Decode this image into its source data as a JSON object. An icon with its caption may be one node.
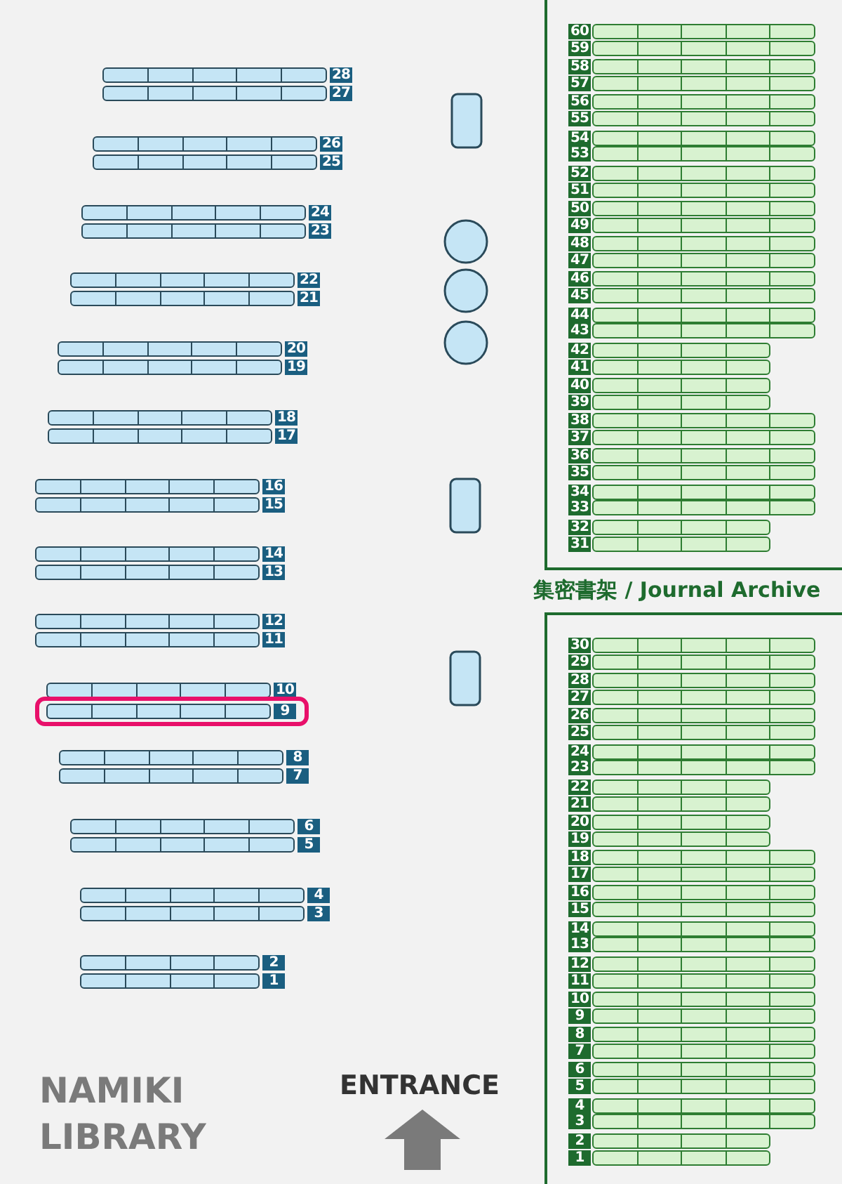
{
  "diagram": {
    "nodes": [
      {
        "text": [
          "28"
        ]
      },
      {
        "text": [
          "27"
        ]
      },
      {
        "text": [
          "26"
        ]
      },
      {
        "text": [
          "25"
        ]
      },
      {
        "text": [
          "24"
        ]
      },
      {
        "text": [
          "23"
        ]
      },
      {
        "text": [
          "22"
        ]
      },
      {
        "text": [
          "21"
        ]
      },
      {
        "text": [
          "20"
        ]
      },
      {
        "text": [
          "19"
        ]
      },
      {
        "text": [
          "18"
        ]
      },
      {
        "text": [
          "17"
        ]
      },
      {
        "text": [
          "16"
        ]
      },
      {
        "text": [
          "15"
        ]
      },
      {
        "text": [
          "14"
        ]
      },
      {
        "text": [
          "13"
        ]
      },
      {
        "text": [
          "12"
        ]
      },
      {
        "text": [
          "11"
        ]
      },
      {
        "text": [
          "10"
        ]
      },
      {
        "text": [],
        "shape": "box"
      },
      {
        "text": [
          "9"
        ],
        "in": 19
      },
      {
        "text": [
          "8"
        ]
      },
      {
        "text": [
          "7"
        ]
      },
      {
        "text": [
          "6"
        ]
      },
      {
        "text": [
          "5"
        ]
      },
      {
        "text": [
          "4"
        ]
      },
      {
        "text": [
          "3"
        ]
      },
      {
        "text": [
          "2"
        ]
      },
      {
        "text": [
          "1"
        ]
      },
      {
        "text": [
          "60"
        ]
      },
      {
        "text": [
          "59"
        ]
      },
      {
        "text": [
          "58"
        ]
      },
      {
        "text": [
          "57"
        ]
      },
      {
        "text": [
          "56"
        ]
      },
      {
        "text": [
          "55"
        ]
      },
      {
        "text": [
          "54"
        ]
      },
      {
        "text": [
          "53"
        ]
      },
      {
        "text": [
          "52"
        ]
      },
      {
        "text": [
          "51"
        ]
      },
      {
        "text": [
          "50"
        ]
      },
      {
        "text": [
          "49"
        ]
      },
      {
        "text": [
          "48"
        ]
      },
      {
        "text": [
          "47"
        ]
      },
      {
        "text": [
          "46"
        ]
      },
      {
        "text": [
          "45"
        ]
      },
      {
        "text": [
          "44"
        ]
      },
      {
        "text": [
          "43"
        ]
      },
      {
        "text": [
          "42"
        ]
      },
      {
        "text": [
          "41"
        ]
      },
      {
        "text": [
          "40"
        ]
      },
      {
        "text": [
          "39"
        ]
      },
      {
        "text": [
          "38"
        ]
      },
      {
        "text": [
          "37"
        ]
      },
      {
        "text": [
          "36"
        ]
      },
      {
        "text": [
          "35"
        ]
      },
      {
        "text": [
          "34"
        ]
      },
      {
        "text": [
          "33"
        ]
      },
      {
        "text": [
          "32"
        ]
      },
      {
        "text": [
          "31"
        ]
      },
      {
        "text": [
          "30"
        ]
      },
      {
        "text": [
          "29"
        ]
      },
      {
        "text": [
          "28"
        ]
      },
      {
        "text": [
          "27"
        ]
      },
      {
        "text": [
          "26"
        ]
      },
      {
        "text": [
          "25"
        ]
      },
      {
        "text": [
          "24"
        ]
      },
      {
        "text": [
          "23"
        ]
      },
      {
        "text": [
          "22"
        ]
      },
      {
        "text": [
          "21"
        ]
      },
      {
        "text": [
          "20"
        ]
      },
      {
        "text": [
          "19"
        ]
      },
      {
        "text": [
          "18"
        ]
      },
      {
        "text": [
          "17"
        ]
      },
      {
        "text": [
          "16"
        ]
      },
      {
        "text": [
          "15"
        ]
      },
      {
        "text": [
          "14"
        ]
      },
      {
        "text": [
          "13"
        ]
      },
      {
        "text": [
          "12"
        ]
      },
      {
        "text": [
          "11"
        ]
      },
      {
        "text": [
          "10"
        ]
      },
      {
        "text": [
          "9"
        ]
      },
      {
        "text": [
          "8"
        ]
      },
      {
        "text": [
          "7"
        ]
      },
      {
        "text": [
          "6"
        ]
      },
      {
        "text": [
          "5"
        ]
      },
      {
        "text": [
          "4"
        ]
      },
      {
        "text": [
          "3"
        ]
      },
      {
        "text": [
          "2"
        ]
      },
      {
        "text": [
          "1"
        ]
      }
    ],
    "labels": [
      "集密書架 / Journal Archive",
      "NAMIKI LIBRARY",
      "ENTRANCE"
    ]
  }
}
